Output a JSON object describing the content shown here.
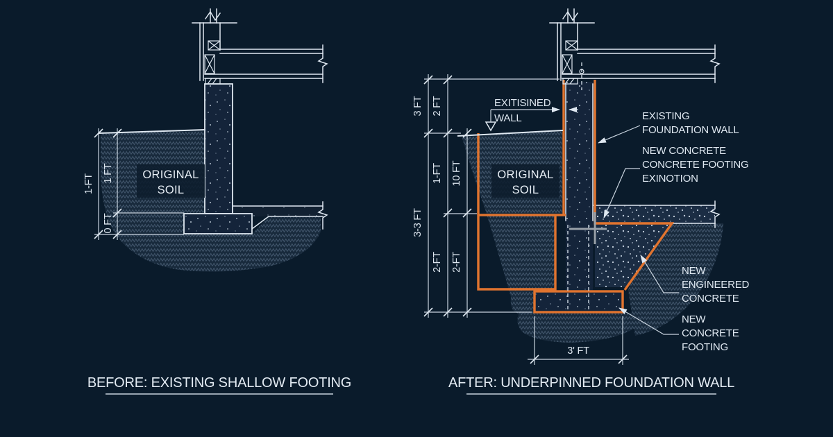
{
  "before": {
    "title": "BEFORE: EXISTING SHALLOW FOOTING",
    "soil_line1": "ORIGINAL",
    "soil_line2": "SOIL",
    "dim_outer": "1-FT",
    "dim_upper": "1 FT",
    "dim_lower": "0 FT"
  },
  "after": {
    "title": "AFTER: UNDERPINNED FOUNDATION WALL",
    "soil_line1": "ORIGINAL",
    "soil_line2": "SOIL",
    "dim_col1_top": "3 FT",
    "dim_col2_top": "2 FT",
    "dim_col1_span": "3-3 FT",
    "dim_col2_mid": "1-FT",
    "dim_col3_mid": "10 FT",
    "dim_col2_low": "2-FT",
    "dim_col3_low": "2-FT",
    "dim_footing_width": "3' FT",
    "callout_wall_1": "EXITISINED",
    "callout_wall_2": "WALL",
    "callout_existing_1": "EXISTING",
    "callout_existing_2": "FOUNDATION WALL",
    "callout_newconc_1": "NEW CONCRETE",
    "callout_newconc_2": "CONCRETE FOOTING",
    "callout_newconc_3": "EXINOTION",
    "callout_eng_1": "NEW",
    "callout_eng_2": "ENGINEERED",
    "callout_eng_3": "CONCRETE",
    "callout_foot_1": "NEW",
    "callout_foot_2": "CONCRETE",
    "callout_foot_3": "FOOTING"
  },
  "colors": {
    "background": "#0a1b2b",
    "line": "#dfe8f1",
    "accent_orange": "#e1742f",
    "soil_hatch": "#3f5368",
    "marker_gray": "#99a1a9"
  }
}
